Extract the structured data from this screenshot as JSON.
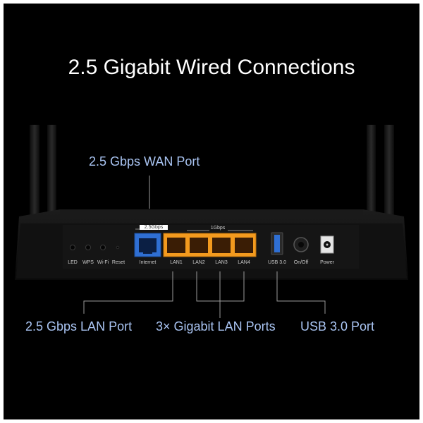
{
  "headline": "2.5 Gigabit Wired Connections",
  "callouts": {
    "wan": "2.5 Gbps WAN Port",
    "lan25": "2.5 Gbps LAN Port",
    "gigabit_lan": "3× Gigabit LAN Ports",
    "usb": "USB 3.0 Port"
  },
  "speed_labels": {
    "fast": "2.5Gbps",
    "gigabit": "1Gbps"
  },
  "port_labels": {
    "led": "LED",
    "wps": "WPS",
    "wifi": "Wi-Fi",
    "reset": "Reset",
    "internet": "Internet",
    "lan1": "LAN1",
    "lan2": "LAN2",
    "lan3": "LAN3",
    "lan4": "LAN4",
    "usb": "USB 3.0",
    "onoff": "On/Off",
    "power": "Power"
  },
  "colors": {
    "background": "#000000",
    "headline": "#ffffff",
    "callout": "#a9c4f2",
    "wan_port": "#2f6fd3",
    "lan_port": "#f39a1e",
    "usb_port": "#2f6fd3"
  }
}
